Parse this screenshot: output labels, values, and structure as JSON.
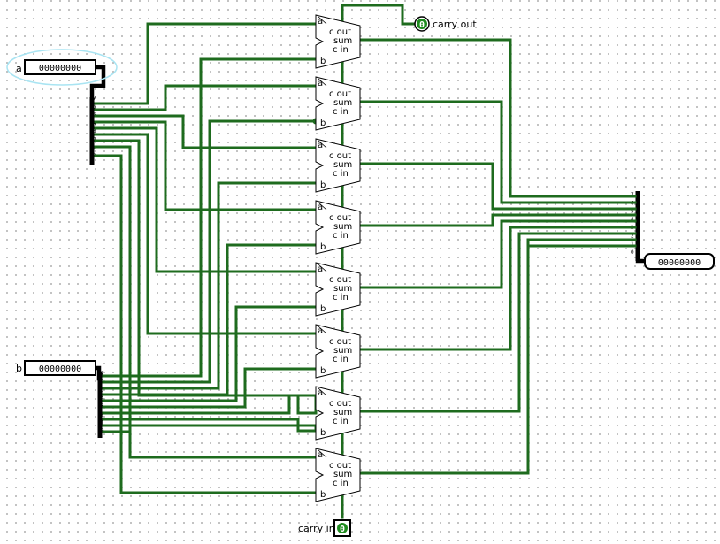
{
  "colors": {
    "wire": "#1e6b1e",
    "bus": "#000000",
    "probe_fill": "#1e8b1e",
    "selection_halo": "#a9e4f2"
  },
  "inputs": {
    "a": {
      "label": "a",
      "digits": [
        "0",
        "0",
        "0",
        "0",
        "0",
        "0",
        "0",
        "0"
      ]
    },
    "b": {
      "label": "b",
      "digits": [
        "0",
        "0",
        "0",
        "0",
        "0",
        "0",
        "0",
        "0"
      ]
    },
    "carry_in": {
      "label": "carry in",
      "value": "0"
    }
  },
  "outputs": {
    "sum": {
      "digits": [
        "0",
        "0",
        "0",
        "0",
        "0",
        "0",
        "0",
        "0"
      ]
    },
    "carry_out": {
      "label": "carry out",
      "value": "0"
    }
  },
  "splitter_bits": [
    "7",
    "6",
    "5",
    "4",
    "3",
    "2",
    "1",
    "0"
  ],
  "adder_ports": {
    "a": "a",
    "b": "b",
    "carry_out": "c out",
    "sum": "sum",
    "carry_in": "c in"
  },
  "adder_count": 8
}
